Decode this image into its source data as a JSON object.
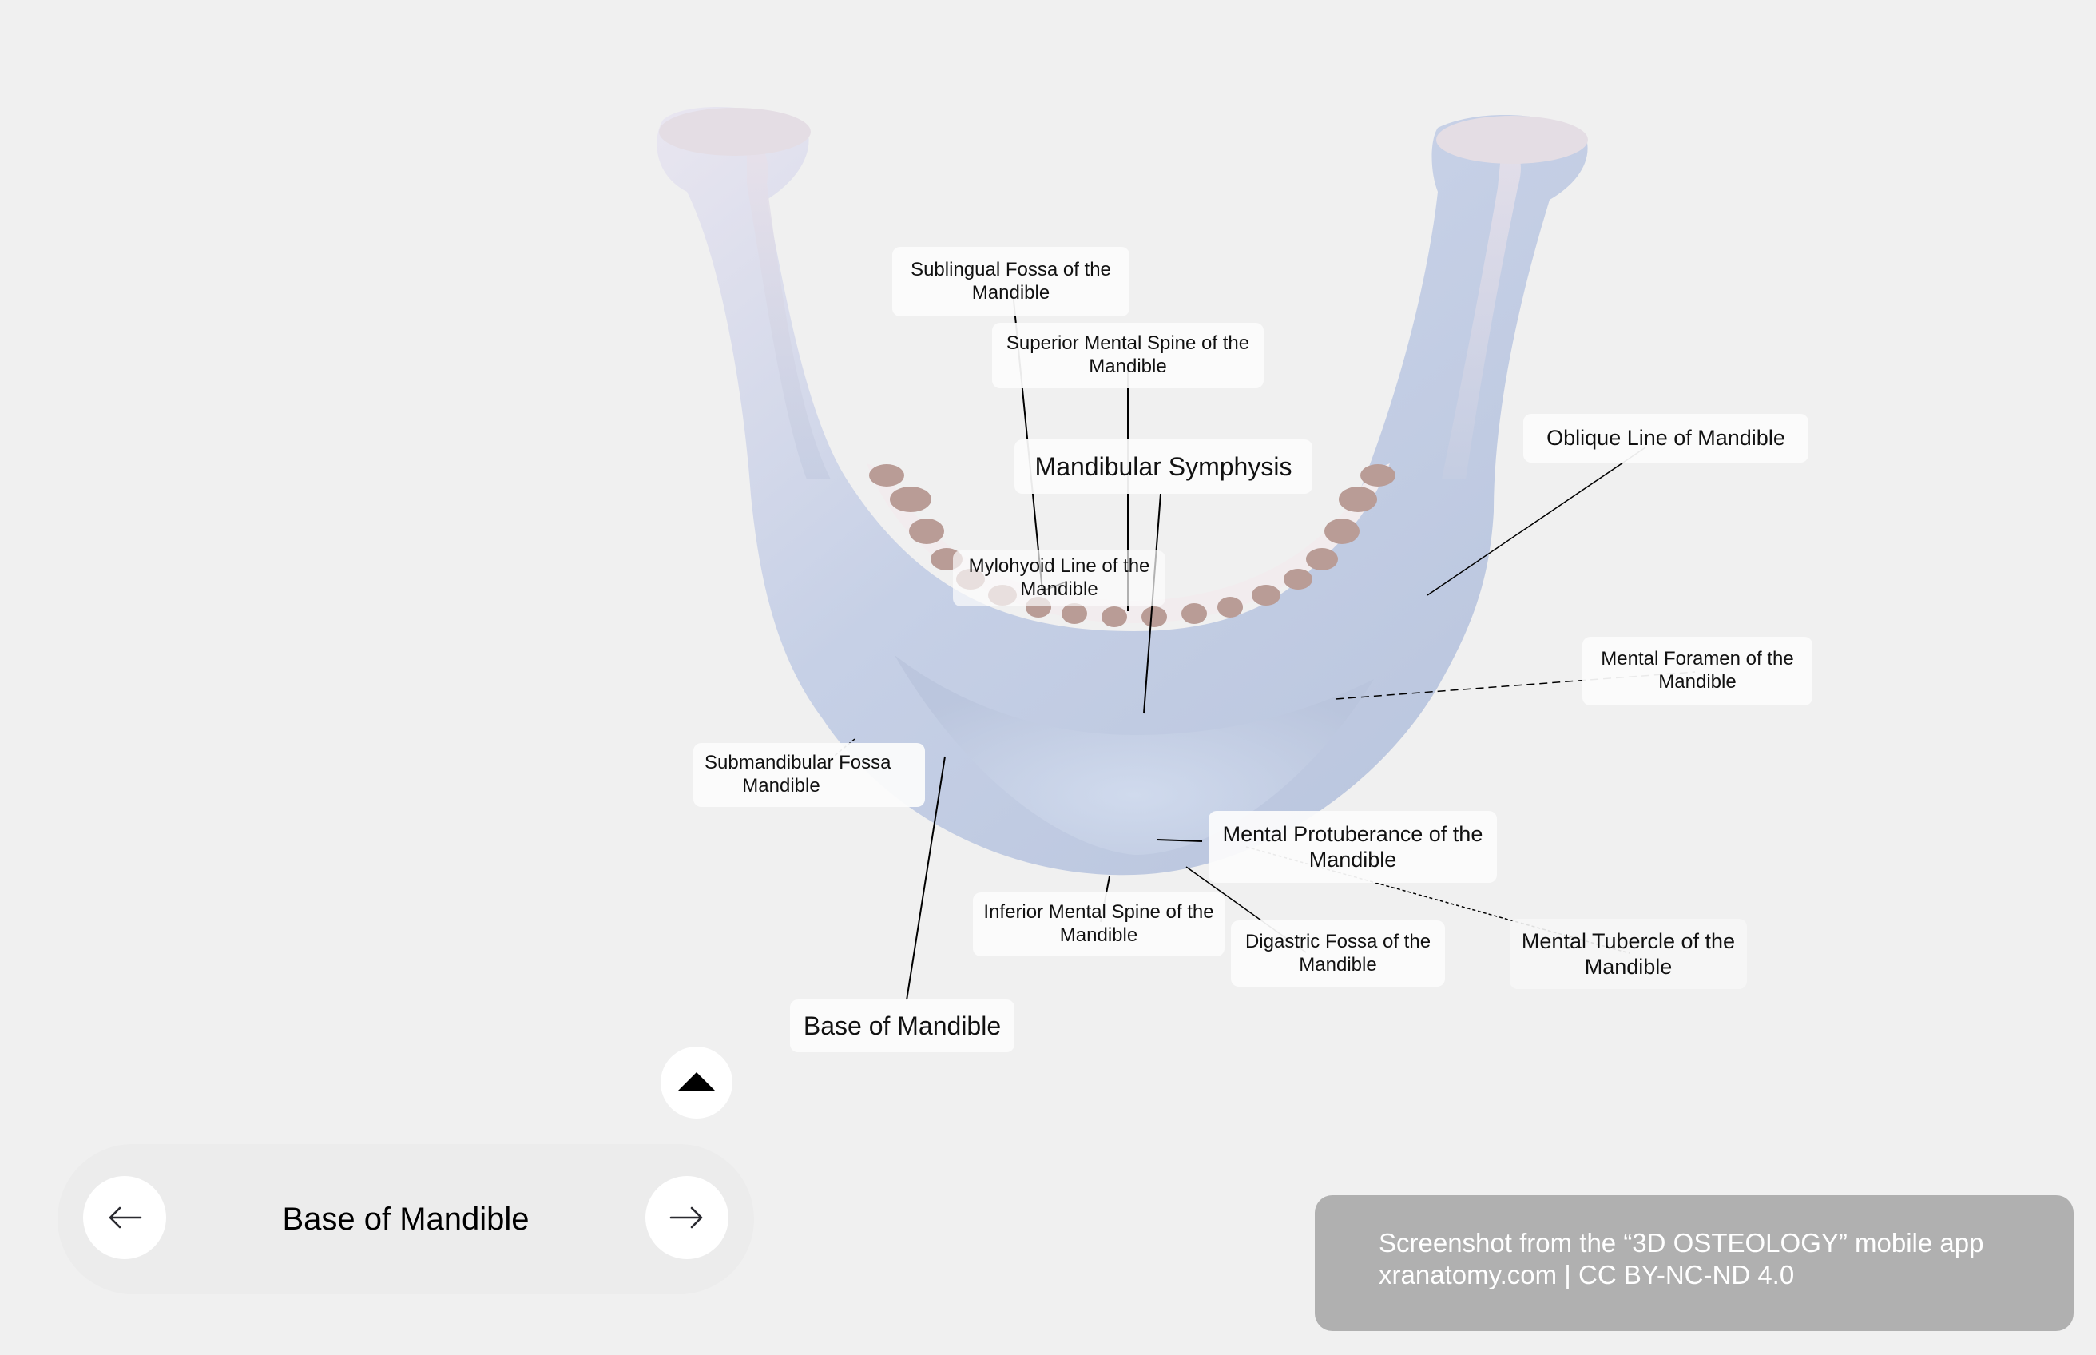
{
  "viewer": {
    "model": "Mandible",
    "view": "posterior-inferior 3D view",
    "bone_colors": {
      "base": "#c9d2e6",
      "shade": "#a9b4cc",
      "highlight": "#eef0f8",
      "teeth_socket": "#b59a94"
    }
  },
  "labels": [
    {
      "id": "sublingual-fossa",
      "line1": "Sublingual Fossa of the",
      "line2": "Mandible"
    },
    {
      "id": "superior-mental-spine",
      "line1": "Superior Mental Spine of the",
      "line2": "Mandible"
    },
    {
      "id": "oblique-line",
      "line1": "Oblique Line of Mandible",
      "line2": ""
    },
    {
      "id": "mandibular-symphysis",
      "line1": "Mandibular Symphysis",
      "line2": ""
    },
    {
      "id": "mylohyoid-line",
      "line1": "Mylohyoid Line of the",
      "line2": "Mandible"
    },
    {
      "id": "mental-foramen",
      "line1": "Mental Foramen of the",
      "line2": "Mandible"
    },
    {
      "id": "submandibular-fossa",
      "line1": "Submandibular Fossa",
      "line2": "Mandible"
    },
    {
      "id": "mental-protuberance",
      "line1": "Mental Protuberance of the",
      "line2": "Mandible"
    },
    {
      "id": "inferior-mental-spine",
      "line1": "Inferior Mental Spine of the",
      "line2": "Mandible"
    },
    {
      "id": "digastric-fossa",
      "line1": "Digastric Fossa of the",
      "line2": "Mandible"
    },
    {
      "id": "mental-tubercle",
      "line1": "Mental Tubercle of the",
      "line2": "Mandible"
    },
    {
      "id": "base-of-mandible",
      "line1": "Base of Mandible",
      "line2": ""
    }
  ],
  "controls": {
    "expand_icon": "caret-up-icon",
    "prev_icon": "arrow-left-icon",
    "next_icon": "arrow-right-icon"
  },
  "nav": {
    "current_structure": "Base of Mandible"
  },
  "credit": {
    "line1": "Screenshot from the “3D OSTEOLOGY” mobile app",
    "line2": "xranatomy.com | CC BY-NC-ND 4.0"
  }
}
